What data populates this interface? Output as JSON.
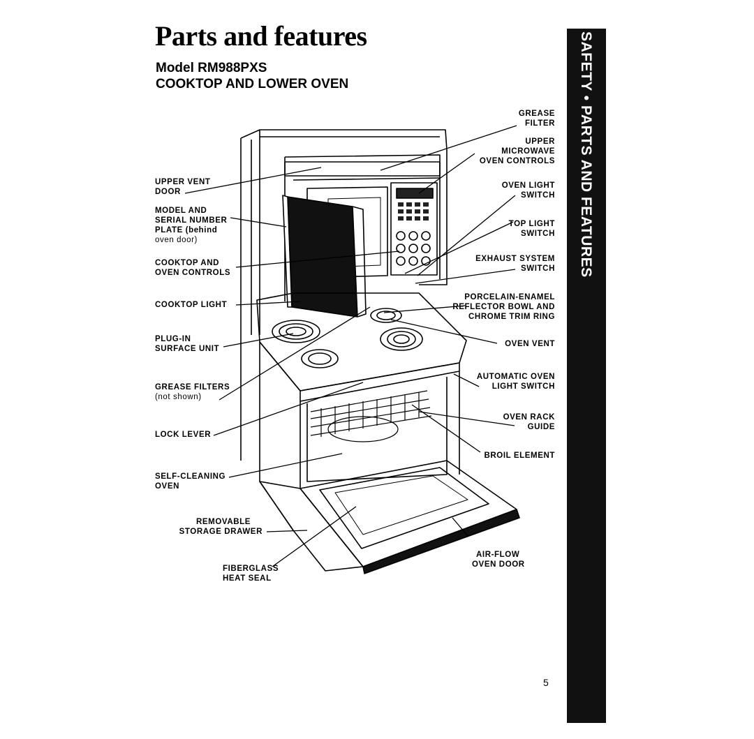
{
  "page": {
    "title": "Parts and features",
    "model_line": "Model RM988PXS",
    "section_line": "COOKTOP AND LOWER OVEN",
    "side_tab": "SAFETY • PARTS AND FEATURES",
    "page_number": "5"
  },
  "labels_left": {
    "upper_vent_door": [
      "UPPER VENT",
      "DOOR"
    ],
    "model_serial": [
      "MODEL AND",
      "SERIAL NUMBER",
      "PLATE (behind",
      "oven door)"
    ],
    "cooktop_oven_controls": [
      "COOKTOP AND",
      "OVEN CONTROLS"
    ],
    "cooktop_light": [
      "COOKTOP LIGHT"
    ],
    "plug_in_surface": [
      "PLUG-IN",
      "SURFACE UNIT"
    ],
    "grease_filters": [
      "GREASE FILTERS",
      "(not shown)"
    ],
    "lock_lever": [
      "LOCK LEVER"
    ],
    "self_cleaning": [
      "SELF-CLEANING",
      "OVEN"
    ],
    "storage_drawer": [
      "REMOVABLE",
      "STORAGE DRAWER"
    ],
    "fiberglass": [
      "FIBERGLASS",
      "HEAT SEAL"
    ]
  },
  "labels_right": {
    "grease_filter": [
      "GREASE",
      "FILTER"
    ],
    "upper_microwave": [
      "UPPER",
      "MICROWAVE",
      "OVEN CONTROLS"
    ],
    "oven_light_switch": [
      "OVEN LIGHT",
      "SWITCH"
    ],
    "top_light_switch": [
      "TOP LIGHT",
      "SWITCH"
    ],
    "exhaust_switch": [
      "EXHAUST SYSTEM",
      "SWITCH"
    ],
    "reflector_bowl": [
      "PORCELAIN-ENAMEL",
      "REFLECTOR BOWL AND",
      "CHROME TRIM RING"
    ],
    "oven_vent": [
      "OVEN VENT"
    ],
    "auto_light_switch": [
      "AUTOMATIC OVEN",
      "LIGHT SWITCH"
    ],
    "rack_guide": [
      "OVEN RACK",
      "GUIDE"
    ],
    "broil_element": [
      "BROIL ELEMENT"
    ],
    "air_flow_door": [
      "AIR-FLOW",
      "OVEN DOOR"
    ]
  }
}
